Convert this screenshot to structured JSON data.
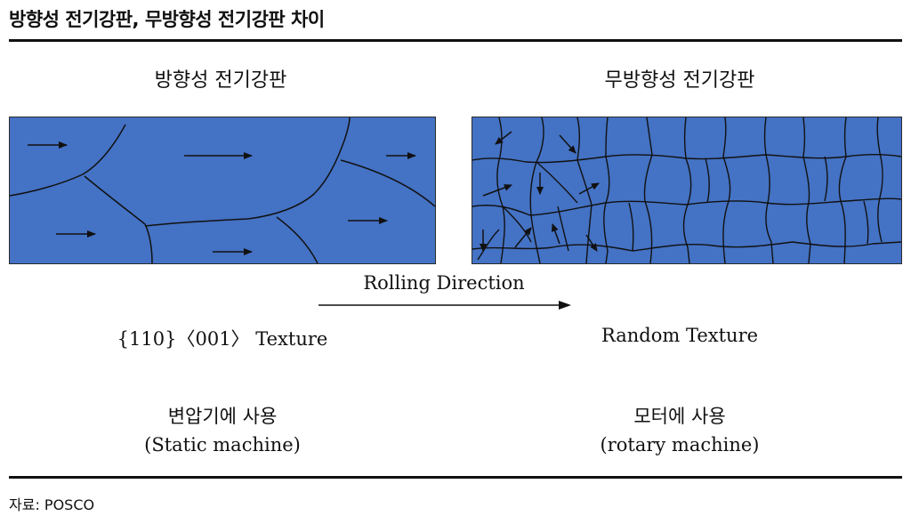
{
  "header": {
    "title": "방향성 전기강판, 무방향성 전기강판 차이"
  },
  "left_panel": {
    "title": "방향성 전기강판",
    "texture": "{110}〈001〉 Texture",
    "usage": "변압기에 사용",
    "usage_en": "(Static machine)"
  },
  "right_panel": {
    "title": "무방향성 전기강판",
    "texture": "Random Texture",
    "usage": "모터에 사용",
    "usage_en": "(rotary machine)"
  },
  "rolling_direction": "Rolling Direction",
  "source": "자료: POSCO",
  "colors": {
    "grain_fill": "#4472c4",
    "grain_boundary": "#111111",
    "rule": "#111111"
  }
}
